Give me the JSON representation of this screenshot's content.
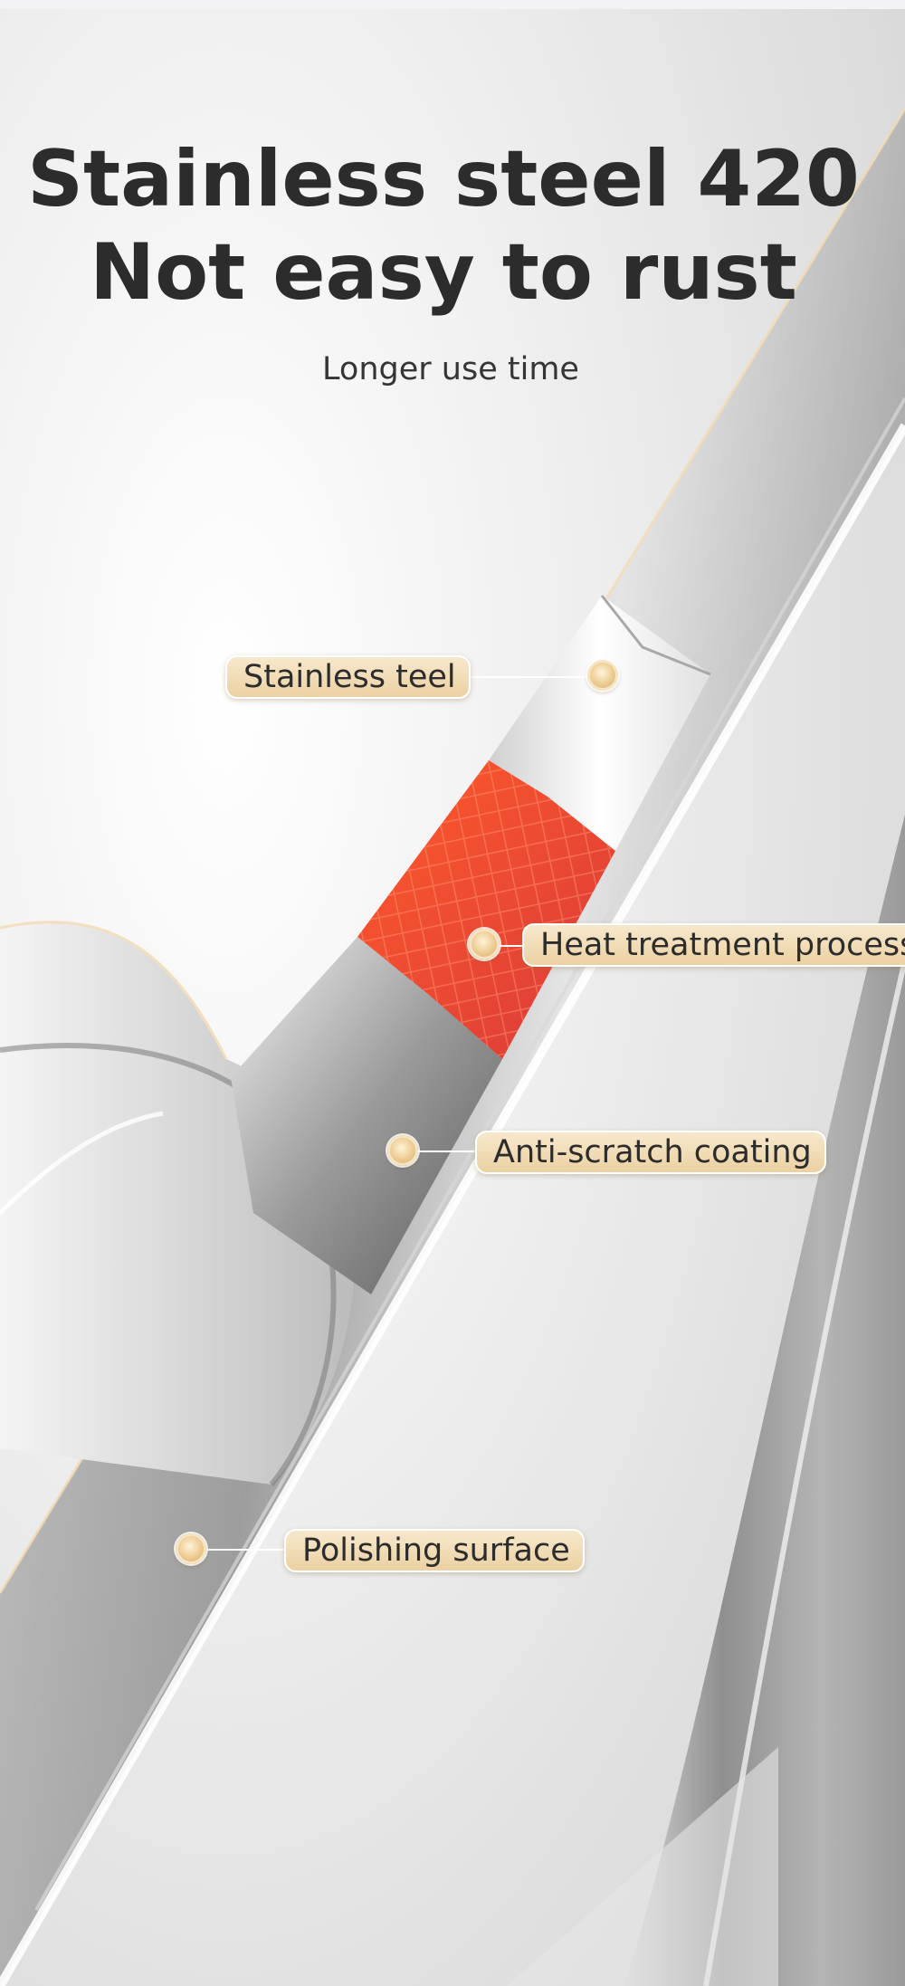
{
  "headline": {
    "line1": "Stainless steel 420",
    "line2": "Not easy to rust"
  },
  "subheadline": "Longer use time",
  "callouts": [
    {
      "label": "Stainless teel"
    },
    {
      "label": "Heat treatment process"
    },
    {
      "label": "Anti-scratch coating"
    },
    {
      "label": "Polishing surface"
    }
  ],
  "colors": {
    "text_dark": "#2c2c2c",
    "tag_gold": "#ebd1a2",
    "heat_red": "#e8452e",
    "steel": "#a9a9a9"
  }
}
